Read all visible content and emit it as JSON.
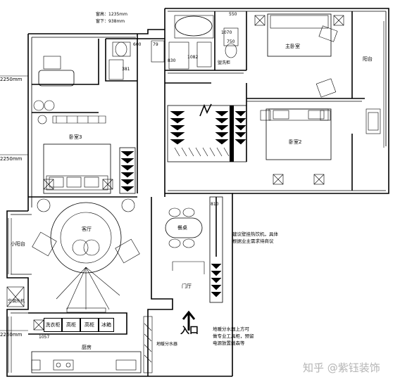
{
  "dimension_notes": {
    "window_height": "窗高：1235mm",
    "window_sill": "窗下：938mm",
    "dim_550": "550",
    "dim_1070": "1070",
    "dim_750": "750",
    "dim_600": "600",
    "dim_79": "79",
    "dim_381": "381",
    "dim_830": "830",
    "dim_1082": "1082",
    "dim_810": "810",
    "dim_1057": "1057",
    "left_2250_a": "2250mm",
    "left_2250_b": "2250mm",
    "left_2250_c": "2250mm"
  },
  "rooms": {
    "master_bedroom": "主卧室",
    "balcony": "阳台",
    "bedroom2": "卧室2",
    "bedroom3": "卧室3",
    "living_room": "客厅",
    "small_balcony": "小阳台",
    "dining_room": "餐桌",
    "foyer": "门厅",
    "kitchen": "厨房",
    "vanity": "盥洗柜",
    "ac_unit": "空调外机"
  },
  "kitchen_cabinets": [
    "洗衣柜",
    "高柜",
    "高柜",
    "冰箱"
  ],
  "annotations": {
    "entrance": "入口",
    "water_heater_note": "建议壁挂热饮机，具体\n根据业主需求待商议",
    "floor_heating_note": "地暖分水器上方可\n做专业工具柜，预留\n电源放置戴森等",
    "manifold": "地暖分水器"
  },
  "watermark": "知乎 @紫钰装饰"
}
